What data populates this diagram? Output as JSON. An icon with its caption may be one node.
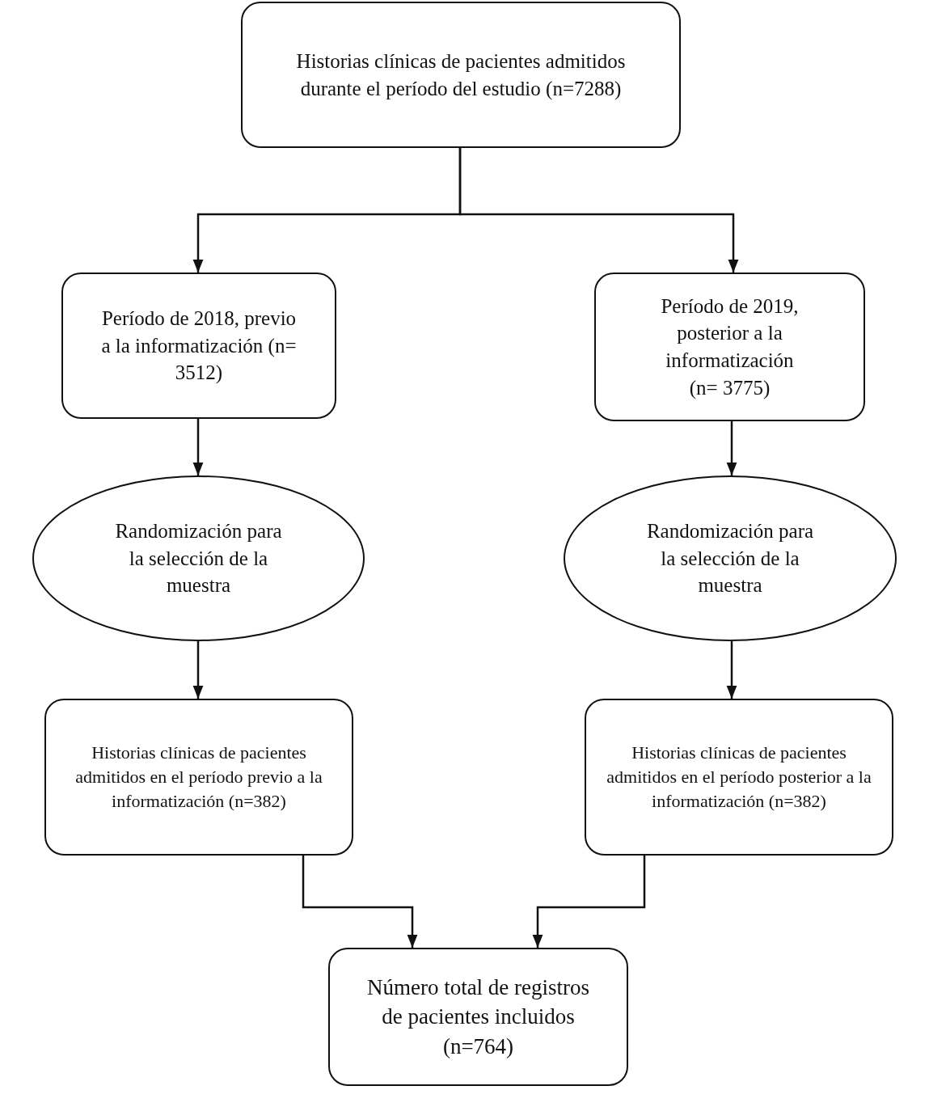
{
  "diagram": {
    "nodes": [
      {
        "text": [
          "Historias clínicas de pacientes admitidos durante el período del estudio (n=7288)"
        ]
      },
      {
        "text": [
          "Período de 2018, previo a la informatización (n= 3512)"
        ]
      },
      {
        "text": [
          "Período de 2019, posterior a la informatización (n= 3775)"
        ]
      },
      {
        "text": [
          "Randomización para la selección de la muestra"
        ]
      },
      {
        "text": [
          "Randomización para la selección de la muestra"
        ]
      },
      {
        "text": [
          "Historias clínicas de pacientes admitidos en el período previo a la informatización (n=382)"
        ]
      },
      {
        "text": [
          "Historias clínicas de pacientes admitidos en el período posterior a la informatización (n=382)"
        ]
      },
      {
        "text": [
          "Número total de registros de pacientes incluidos (n=764)"
        ]
      }
    ],
    "edges": [
      {
        "from": 0,
        "to": 1,
        "arrow": "to"
      },
      {
        "from": 0,
        "to": 2,
        "arrow": "to"
      },
      {
        "from": 1,
        "to": 3,
        "arrow": "to"
      },
      {
        "from": 2,
        "to": 4,
        "arrow": "to"
      },
      {
        "from": 3,
        "to": 5,
        "arrow": "to"
      },
      {
        "from": 4,
        "to": 6,
        "arrow": "to"
      },
      {
        "from": 5,
        "to": 7,
        "arrow": "to"
      },
      {
        "from": 6,
        "to": 7,
        "arrow": "to"
      }
    ]
  }
}
